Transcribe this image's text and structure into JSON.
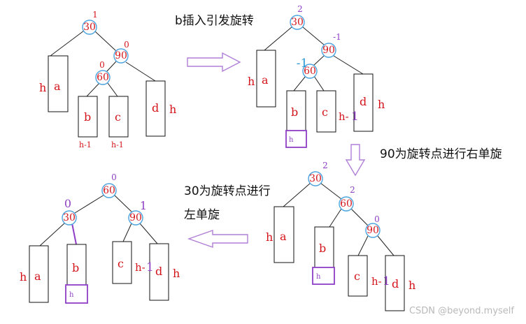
{
  "captions": {
    "step1": "b插入引发旋转",
    "step2": "90为旋转点进行右单旋",
    "step3_line1": "30为旋转点进行",
    "step3_line2": "左单旋"
  },
  "watermark": "CSDN @beyond.myself",
  "labels": {
    "h": "h",
    "h_minus_1": "h-1",
    "h_minus": "h-",
    "one": "1"
  },
  "trees": {
    "t1": {
      "nodes": [
        {
          "key": "30",
          "bf": "1"
        },
        {
          "key": "90",
          "bf": "0"
        },
        {
          "key": "60",
          "bf": "0"
        }
      ],
      "subtrees": [
        "a",
        "b",
        "c",
        "d"
      ]
    },
    "t2": {
      "nodes": [
        {
          "key": "30",
          "bf": "2"
        },
        {
          "key": "90",
          "bf": "-1"
        },
        {
          "key": "60",
          "bf": "-1"
        }
      ],
      "subtrees": [
        "a",
        "b",
        "c",
        "d"
      ]
    },
    "t3": {
      "nodes": [
        {
          "key": "30",
          "bf": "2"
        },
        {
          "key": "60",
          "bf": "2"
        },
        {
          "key": "90",
          "bf": "0"
        }
      ],
      "subtrees": [
        "a",
        "b",
        "c",
        "d"
      ]
    },
    "t4": {
      "nodes": [
        {
          "key": "60",
          "bf": "0"
        },
        {
          "key": "30",
          "bf": "0"
        },
        {
          "key": "90",
          "bf": "1"
        }
      ],
      "subtrees": [
        "a",
        "b",
        "c",
        "d"
      ]
    }
  }
}
